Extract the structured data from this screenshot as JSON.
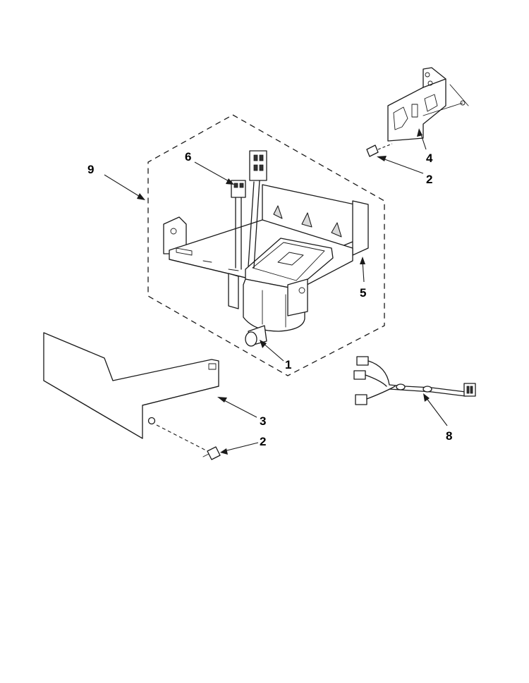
{
  "diagram": {
    "callouts": [
      {
        "id": "9",
        "label": "9"
      },
      {
        "id": "6",
        "label": "6"
      },
      {
        "id": "5",
        "label": "5"
      },
      {
        "id": "1",
        "label": "1"
      },
      {
        "id": "4",
        "label": "4"
      },
      {
        "id": "2a",
        "label": "2"
      },
      {
        "id": "3",
        "label": "3"
      },
      {
        "id": "2b",
        "label": "2"
      },
      {
        "id": "8",
        "label": "8"
      }
    ],
    "colors": {
      "line": "#1a1a1a",
      "background": "#ffffff",
      "shade": "#d9d9d9"
    }
  }
}
